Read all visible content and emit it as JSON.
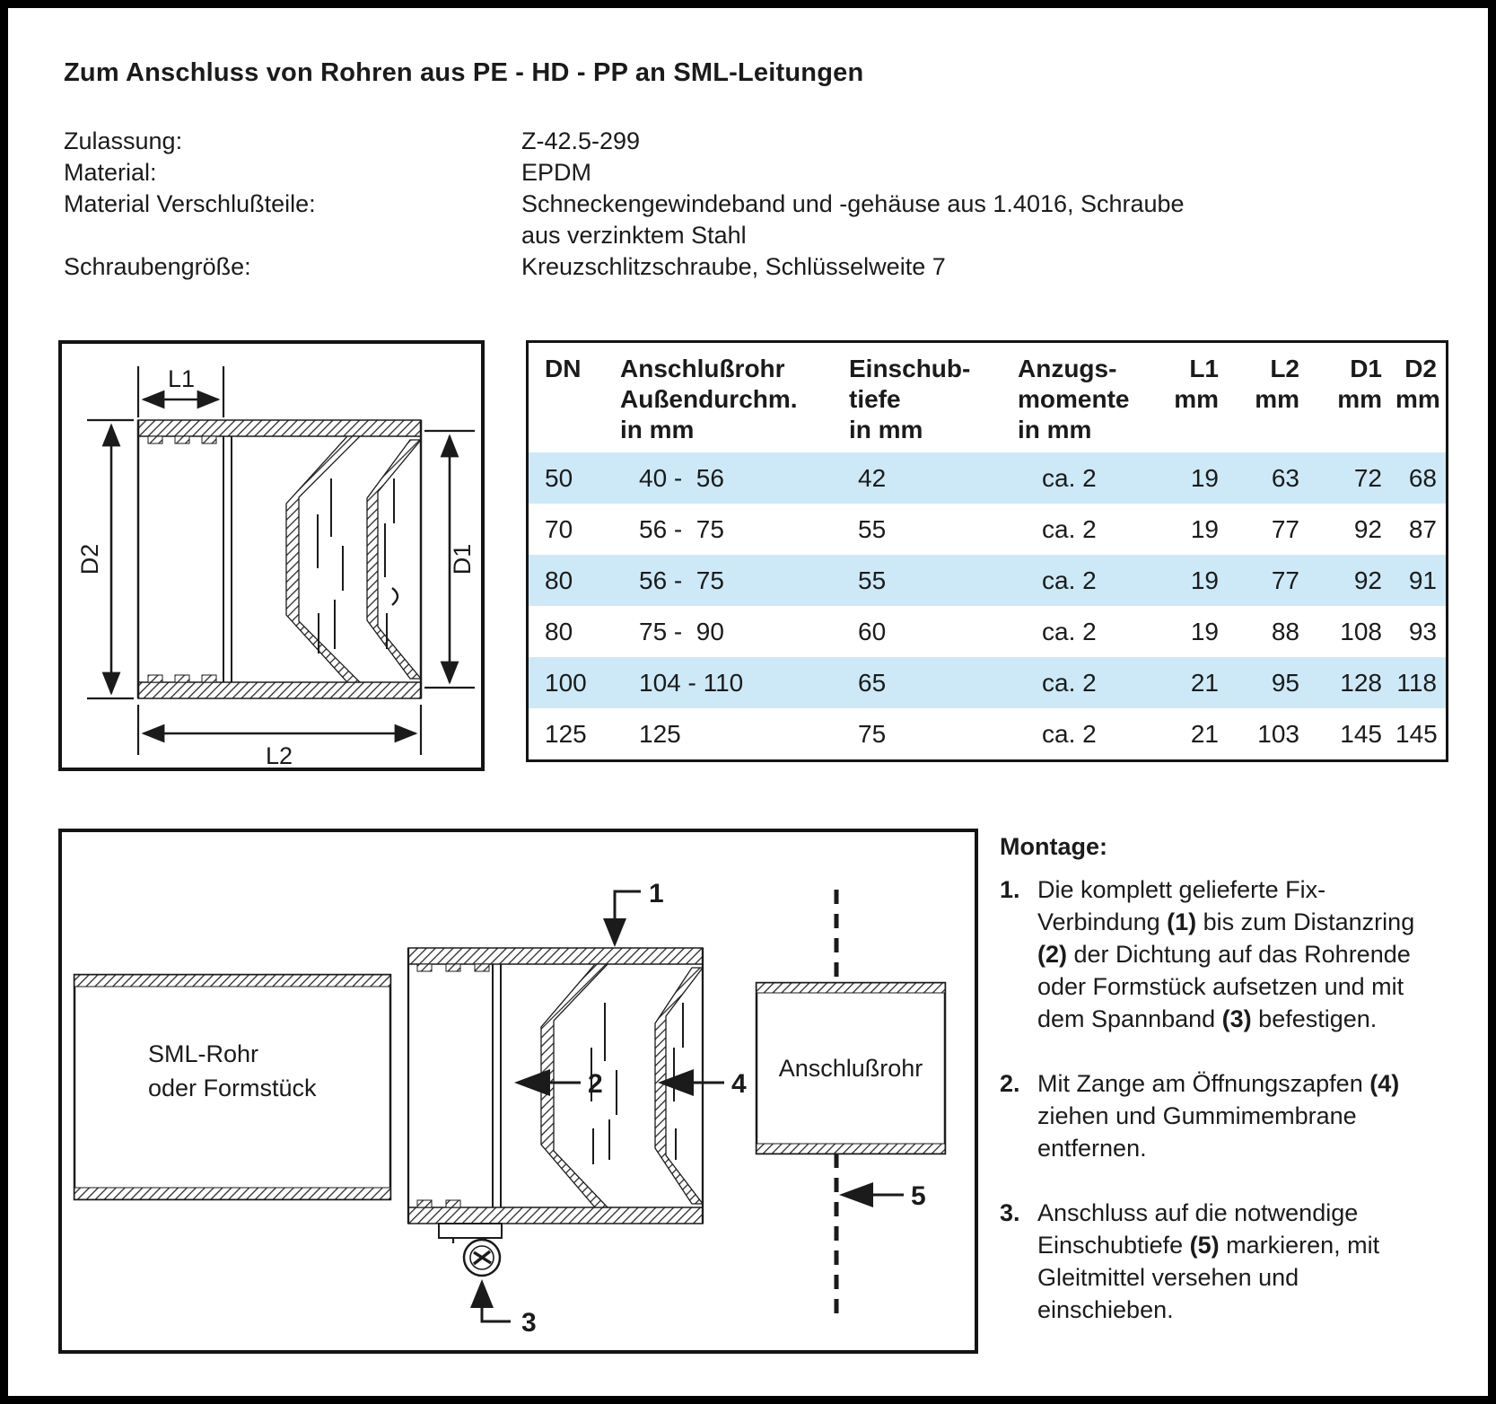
{
  "title": "Zum Anschluss von Rohren aus PE - HD - PP an SML-Leitungen",
  "specs": [
    {
      "label": "Zulassung:",
      "value": "Z-42.5-299"
    },
    {
      "label": "Material:",
      "value": "EPDM"
    },
    {
      "label": "Material Verschlußteile:",
      "value": "Schneckengewindeband und -gehäuse aus 1.4016, Schraube\naus verzinktem Stahl"
    },
    {
      "label": "Schraubengröße:",
      "value": "Kreuzschlitzschraube, Schlüsselweite 7"
    }
  ],
  "dimension_diagram": {
    "labels": {
      "l1": "L1",
      "d2": "D2",
      "d1": "D1",
      "l2": "L2"
    }
  },
  "table": {
    "headers": [
      "DN",
      "Anschlußrohr\nAußendurchm.\nin mm",
      "Einschub-\ntiefe\nin mm",
      "Anzugs-\nmomente\nin mm",
      "L1\nmm",
      "L2\nmm",
      "D1\nmm",
      "D2\nmm"
    ],
    "rows": [
      [
        "50",
        "40 -  56",
        "42",
        "ca. 2",
        "19",
        "63",
        "72",
        "68"
      ],
      [
        "70",
        "56 -  75",
        "55",
        "ca. 2",
        "19",
        "77",
        "92",
        "87"
      ],
      [
        "80",
        "56 -  75",
        "55",
        "ca. 2",
        "19",
        "77",
        "92",
        "91"
      ],
      [
        "80",
        "75 -  90",
        "60",
        "ca. 2",
        "19",
        "88",
        "108",
        "93"
      ],
      [
        "100",
        "104 - 110",
        "65",
        "ca. 2",
        "21",
        "95",
        "128",
        "118"
      ],
      [
        "125",
        "125",
        "75",
        "ca. 2",
        "21",
        "103",
        "145",
        "145"
      ]
    ],
    "row_highlight_color": "#cde9f7"
  },
  "assembly_diagram": {
    "left_pipe_label_line1": "SML-Rohr",
    "left_pipe_label_line2": "oder Formstück",
    "right_pipe_label": "Anschlußrohr",
    "callouts": [
      "1",
      "2",
      "3",
      "4",
      "5"
    ]
  },
  "montage": {
    "heading": "Montage:",
    "items": [
      {
        "num": "1.",
        "text": "Die komplett gelieferte Fix-Verbindung **(1)** bis zum Distanzring **(2)** der Dichtung auf das Rohrende oder Formstück aufsetzen und mit dem Spannband **(3)** befestigen."
      },
      {
        "num": "2.",
        "text": "Mit Zange am Öffnungszapfen **(4)** ziehen und Gummimembrane entfernen."
      },
      {
        "num": "3.",
        "text": "Anschluss auf die notwendige Einschubtiefe **(5)** markieren, mit Gleitmittel versehen und einschieben."
      }
    ]
  }
}
